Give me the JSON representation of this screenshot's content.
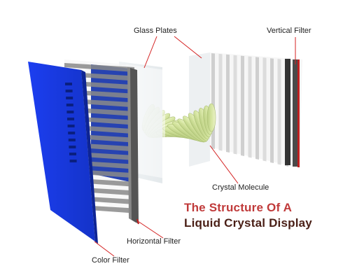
{
  "labels": {
    "glass_plates": "Glass Plates",
    "vertical_filter": "Vertical Filter",
    "crystal_molecule": "Crystal Molecule",
    "horizontal_filter": "Horizontal Filter",
    "color_filter": "Color Filter"
  },
  "title": {
    "line1": "The Structure Of A",
    "line2": "Liquid Crystal Display"
  },
  "colors": {
    "color_filter": "#1a3fe0",
    "leader_line": "#d42020",
    "title_line1": "#c03a3a",
    "title_line2": "#4a1f16",
    "molecule": "#d8e8a0"
  }
}
